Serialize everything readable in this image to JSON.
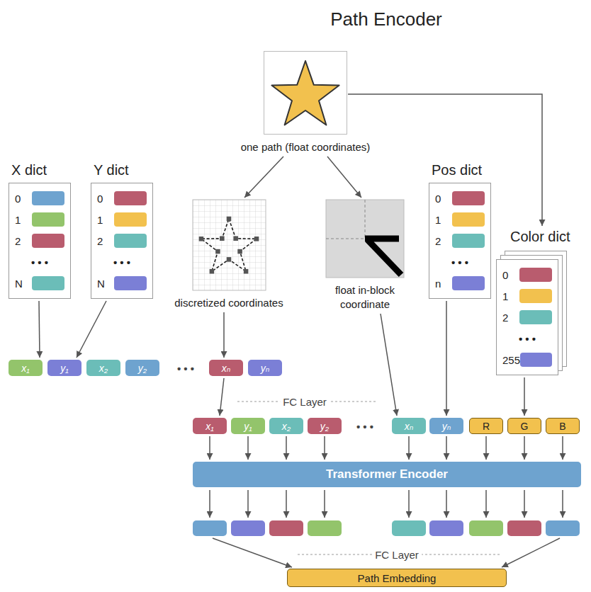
{
  "diagram": {
    "title": "Path Encoder",
    "nodes": [
      {
        "text": [
          "one path (float coordinates)"
        ]
      },
      {
        "text": [
          "X dict",
          "0",
          "1",
          "2",
          "• • •",
          "N"
        ]
      },
      {
        "text": [
          "Y dict",
          "0",
          "1",
          "2",
          "• • •",
          "N"
        ]
      },
      {
        "text": [
          "discretized coordinates"
        ]
      },
      {
        "text": [
          "float in-block coordinate"
        ]
      },
      {
        "text": [
          "Pos dict",
          "0",
          "1",
          "2",
          "• • •",
          "n"
        ]
      },
      {
        "text": [
          "Color dict",
          "0",
          "1",
          "2",
          "• • •",
          "255"
        ]
      },
      {
        "text": [
          "x₁"
        ]
      },
      {
        "text": [
          "y₁"
        ]
      },
      {
        "text": [
          "x₂"
        ]
      },
      {
        "text": [
          "y₂"
        ]
      },
      {
        "text": [
          "xₙ"
        ]
      },
      {
        "text": [
          "yₙ"
        ]
      },
      {
        "text": [
          "x₁"
        ]
      },
      {
        "text": [
          "y₁"
        ]
      },
      {
        "text": [
          "x₂"
        ]
      },
      {
        "text": [
          "y₂"
        ]
      },
      {
        "text": [
          "xₙ"
        ]
      },
      {
        "text": [
          "yₙ"
        ]
      },
      {
        "text": [
          "R"
        ]
      },
      {
        "text": [
          "G"
        ]
      },
      {
        "text": [
          "B"
        ]
      },
      {
        "text": [
          "Transformer Encoder"
        ]
      },
      {
        "text": [
          "Path Embedding"
        ]
      }
    ],
    "edges": [
      {
        "from": 0,
        "to": 3,
        "arrow": "to"
      },
      {
        "from": 0,
        "to": 4,
        "arrow": "to"
      },
      {
        "from": 0,
        "to": 6,
        "arrow": "to"
      },
      {
        "from": 1,
        "to": 7,
        "arrow": "to"
      },
      {
        "from": 2,
        "to": 8,
        "arrow": "to"
      },
      {
        "from": 3,
        "to": 11,
        "arrow": "to"
      },
      {
        "from": 11,
        "to": 13,
        "arrow": "to"
      },
      {
        "from": 4,
        "to": 17,
        "arrow": "to"
      },
      {
        "from": 5,
        "to": 18,
        "arrow": "to"
      },
      {
        "from": 6,
        "to": 20,
        "arrow": "to"
      },
      {
        "from": 13,
        "to": 22,
        "arrow": "to"
      },
      {
        "from": 14,
        "to": 22,
        "arrow": "to"
      },
      {
        "from": 15,
        "to": 22,
        "arrow": "to"
      },
      {
        "from": 16,
        "to": 22,
        "arrow": "to"
      },
      {
        "from": 17,
        "to": 22,
        "arrow": "to"
      },
      {
        "from": 18,
        "to": 22,
        "arrow": "to"
      },
      {
        "from": 19,
        "to": 22,
        "arrow": "to"
      },
      {
        "from": 20,
        "to": 22,
        "arrow": "to"
      },
      {
        "from": 21,
        "to": 22,
        "arrow": "to"
      }
    ],
    "labels": [
      "• • •",
      "FC Layer",
      "• • •",
      "FC Layer"
    ]
  }
}
